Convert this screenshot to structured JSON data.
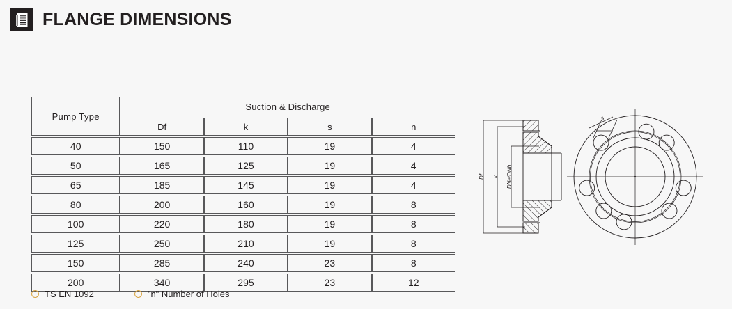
{
  "header": {
    "icon": "document-list-icon",
    "title": "FLANGE DIMENSIONS"
  },
  "table": {
    "pump_type_header": "Pump Type",
    "group_header": "Suction & Discharge",
    "sub_headers": [
      "Df",
      "k",
      "s",
      "n"
    ],
    "rows": [
      {
        "pump_type": "40",
        "Df": "150",
        "k": "110",
        "s": "19",
        "n": "4"
      },
      {
        "pump_type": "50",
        "Df": "165",
        "k": "125",
        "s": "19",
        "n": "4"
      },
      {
        "pump_type": "65",
        "Df": "185",
        "k": "145",
        "s": "19",
        "n": "4"
      },
      {
        "pump_type": "80",
        "Df": "200",
        "k": "160",
        "s": "19",
        "n": "8"
      },
      {
        "pump_type": "100",
        "Df": "220",
        "k": "180",
        "s": "19",
        "n": "8"
      },
      {
        "pump_type": "125",
        "Df": "250",
        "k": "210",
        "s": "19",
        "n": "8"
      },
      {
        "pump_type": "150",
        "Df": "285",
        "k": "240",
        "s": "23",
        "n": "8"
      },
      {
        "pump_type": "200",
        "Df": "340",
        "k": "295",
        "s": "23",
        "n": "12"
      }
    ]
  },
  "legend": {
    "items": [
      {
        "marker": "circle-outline-icon",
        "label": "TS EN 1092"
      },
      {
        "marker": "circle-outline-icon",
        "label": "\"n\" Number of Holes"
      }
    ],
    "marker_color": "#d9a441"
  },
  "drawing": {
    "section_view_labels": [
      "Df",
      "k",
      "DNe/DNb"
    ],
    "front_view_labels": [
      "s"
    ],
    "bolt_hole_count": 8,
    "line_color": "#231f20"
  }
}
